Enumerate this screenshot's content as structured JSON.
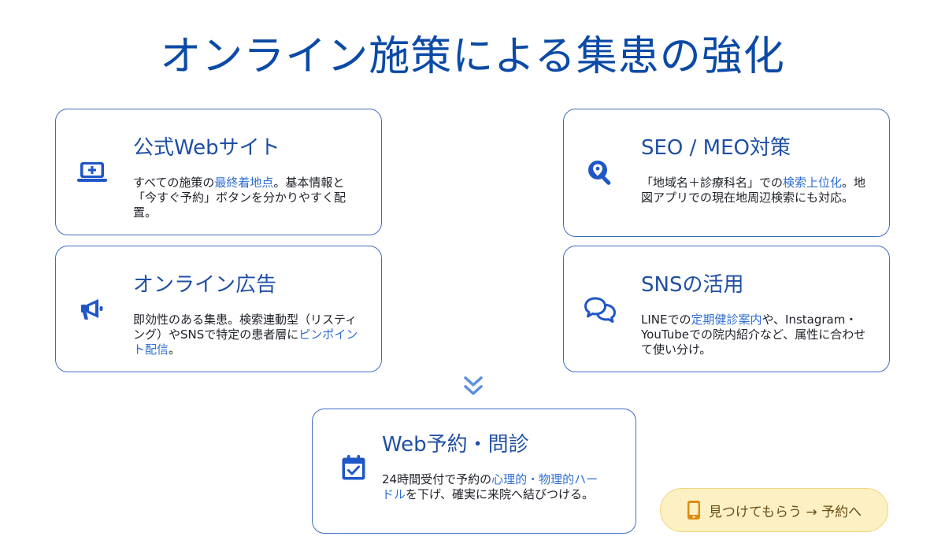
{
  "page": {
    "title": "オンライン施策による集患の強化"
  },
  "cards": {
    "web": {
      "icon": "laptop-plus-icon",
      "title": "公式Webサイト",
      "desc_before": "すべての施策の",
      "desc_highlight": "最終着地点",
      "desc_after": "。基本情報と「今すぐ予約」ボタンを分かりやすく配置。"
    },
    "seo": {
      "icon": "map-pin-search-icon",
      "title": "SEO / MEO対策",
      "desc_before": "「地域名＋診療科名」での",
      "desc_highlight": "検索上位化",
      "desc_after": "。地図アプリでの現在地周辺検索にも対応。"
    },
    "ads": {
      "icon": "megaphone-icon",
      "title": "オンライン広告",
      "desc_before": "即効性のある集患。検索連動型（リスティング）やSNSで特定の患者層に",
      "desc_highlight": "ピンポイント配信",
      "desc_after": "。"
    },
    "sns": {
      "icon": "chat-bubbles-icon",
      "title": "SNSの活用",
      "desc_before": "LINEでの",
      "desc_highlight": "定期健診案内",
      "desc_after": "や、Instagram・YouTubeでの院内紹介など、属性に合わせて使い分け。"
    },
    "booking": {
      "icon": "calendar-check-icon",
      "title": "Web予約・問診",
      "desc_before": "24時間受付で予約の",
      "desc_highlight": "心理的・物理的ハードル",
      "desc_after": "を下げ、確実に来院へ結びつける。"
    }
  },
  "flow": {
    "arrow_icon": "double-chevron-down-icon"
  },
  "cta": {
    "icon": "smartphone-icon",
    "label": "見つけてもらう → 予約へ"
  },
  "colors": {
    "title": "#0b4aa6",
    "card_border": "#3f6ec2",
    "icon": "#1f56c8",
    "highlight": "#2f6fd4",
    "cta_bg": "#fdf1c4",
    "cta_border": "#f0d57a",
    "cta_icon": "#e08a12"
  }
}
